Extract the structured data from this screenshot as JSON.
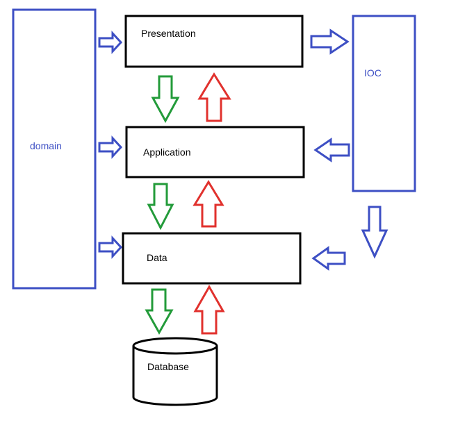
{
  "colors": {
    "blue": "#3d4fc4",
    "green": "#239b3a",
    "red": "#e1312d",
    "black": "#000000",
    "background": "#ffffff"
  },
  "nodes": {
    "domain": "domain",
    "presentation": "Presentation",
    "application": "Application",
    "data": "Data",
    "ioc": "IOC",
    "database": "Database"
  },
  "edges": [
    {
      "from": "domain",
      "to": "presentation",
      "color": "blue"
    },
    {
      "from": "domain",
      "to": "application",
      "color": "blue"
    },
    {
      "from": "domain",
      "to": "data",
      "color": "blue"
    },
    {
      "from": "presentation",
      "to": "ioc",
      "color": "blue"
    },
    {
      "from": "ioc",
      "to": "application",
      "color": "blue"
    },
    {
      "from": "ioc",
      "to": "data",
      "color": "blue"
    },
    {
      "from": "ioc",
      "to": "down",
      "color": "blue"
    },
    {
      "from": "presentation",
      "to": "application",
      "color": "green"
    },
    {
      "from": "application",
      "to": "presentation",
      "color": "red"
    },
    {
      "from": "application",
      "to": "data",
      "color": "green"
    },
    {
      "from": "data",
      "to": "application",
      "color": "red"
    },
    {
      "from": "data",
      "to": "database",
      "color": "green"
    },
    {
      "from": "database",
      "to": "data",
      "color": "red"
    }
  ]
}
